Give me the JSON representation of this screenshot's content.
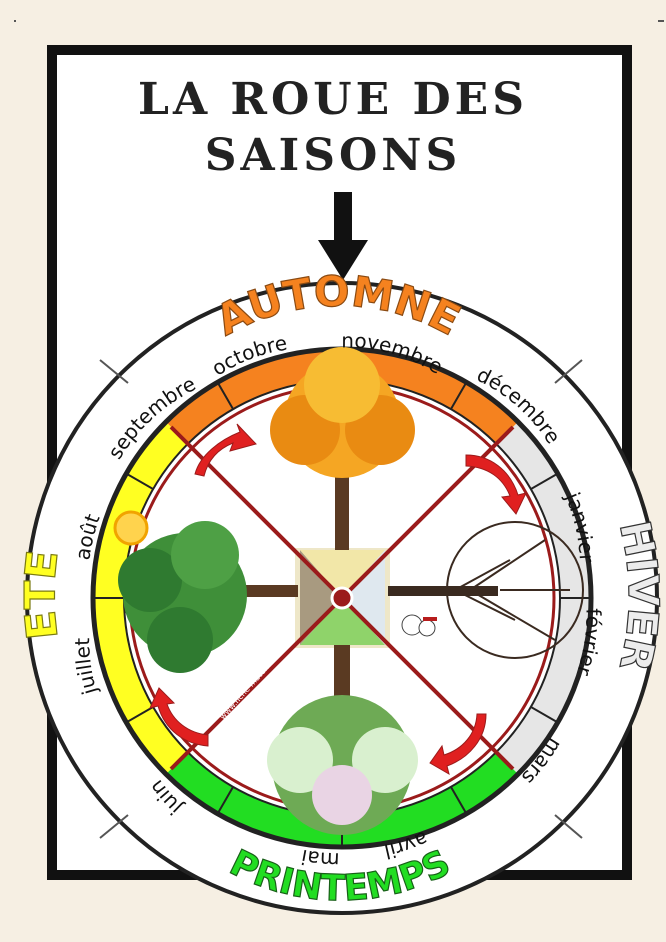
{
  "title": {
    "line1": "LA ROUE DES",
    "line2": "SAISONS"
  },
  "seasons": {
    "autumn": "AUTOMNE",
    "winter": "HIVER",
    "spring": "PRINTEMPS",
    "summer": "ETE"
  },
  "months": {
    "octobre": "octobre",
    "novembre": "novembre",
    "decembre": "décembre",
    "janvier": "janvier",
    "fevrier": "février",
    "mars": "mars",
    "avril": "avril",
    "mai": "mai",
    "juin": "juin",
    "juillet": "juillet",
    "aout": "août",
    "septembre": "septembre"
  },
  "watermark": "www.fiche-maternelle.com",
  "colors": {
    "autumn": "#f5821f",
    "winter": "#e6e6e6",
    "spring": "#22dd22",
    "summer": "#ffff22",
    "ring_red": "#9b1b1b",
    "arrow_red": "#e02020"
  },
  "icons": [
    "pointer-arrow-icon",
    "rotation-arrow-icon",
    "sun-icon",
    "snowman-icon",
    "tree-icon"
  ]
}
